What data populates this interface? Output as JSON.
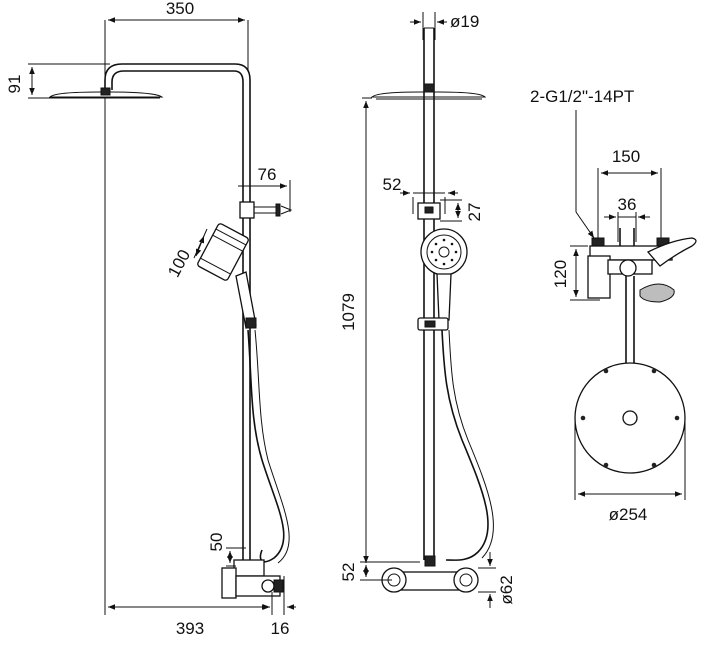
{
  "drawing": {
    "side_view": {
      "width_top": "350",
      "head_height": "91",
      "holder_depth": "76",
      "handshower_size": "100",
      "mixer_height": "50",
      "projection": "393",
      "wall_offset": "16"
    },
    "front_view": {
      "pipe_diameter": "ø19",
      "holder_width": "52",
      "holder_height": "27",
      "total_height": "1079",
      "mixer_height": "52",
      "escutcheon_diameter": "ø62"
    },
    "top_view": {
      "thread": "2-G1/2\"-14PT",
      "centers": "150",
      "inner_width": "36",
      "depth": "120",
      "head_diameter": "ø254"
    }
  }
}
